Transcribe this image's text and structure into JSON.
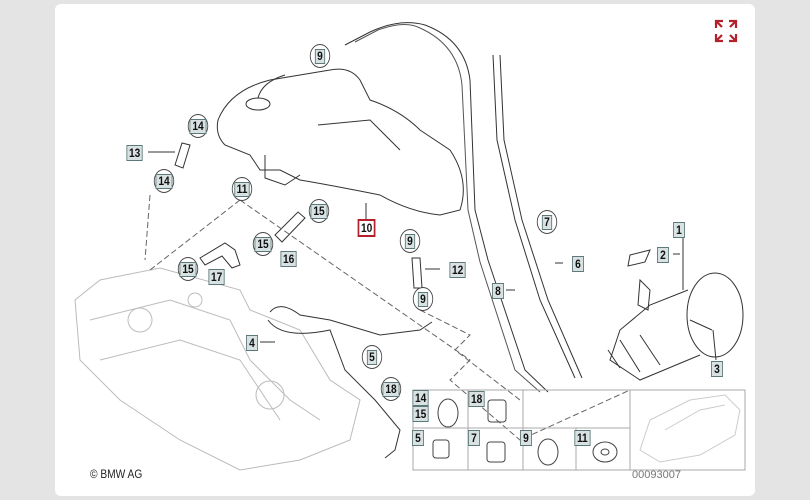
{
  "diagram": {
    "callouts": {
      "c9a": "9",
      "c14a": "14",
      "c13": "13",
      "c14b": "14",
      "c11": "11",
      "c15a": "15",
      "c10": "10",
      "c9b": "9",
      "c7": "7",
      "c1": "1",
      "c2": "2",
      "c15b": "15",
      "c16": "16",
      "c15c": "15",
      "c17": "17",
      "c12": "12",
      "c6": "6",
      "c8": "8",
      "c9c": "9",
      "c4": "4",
      "c5": "5",
      "c3": "3",
      "c18": "18"
    },
    "inset": {
      "i14": "14",
      "i18": "18",
      "i15": "15",
      "i5": "5",
      "i7": "7",
      "i9": "9",
      "i11": "11"
    },
    "copyright": "© BMW AG",
    "diagram_number": "00093007",
    "highlight_color": "#b3222c"
  },
  "controls": {
    "expand_icon": "expand-icon"
  }
}
